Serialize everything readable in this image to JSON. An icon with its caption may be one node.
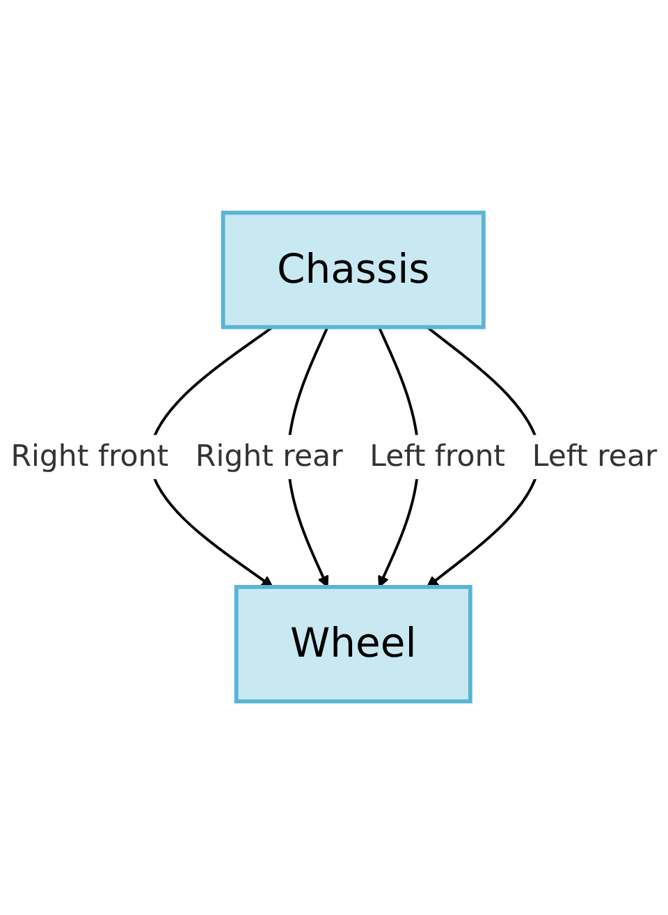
{
  "diagram": {
    "nodes": [
      {
        "text": [
          "Chassis"
        ]
      },
      {
        "text": [
          "Wheel"
        ]
      }
    ],
    "edges": [
      {
        "from": 0,
        "to": 1,
        "arrow": "to",
        "label": "Right front"
      },
      {
        "from": 0,
        "to": 1,
        "arrow": "to",
        "label": "Right rear"
      },
      {
        "from": 0,
        "to": 1,
        "arrow": "to",
        "label": "Left front"
      },
      {
        "from": 0,
        "to": 1,
        "arrow": "to",
        "label": "Left rear"
      }
    ]
  }
}
